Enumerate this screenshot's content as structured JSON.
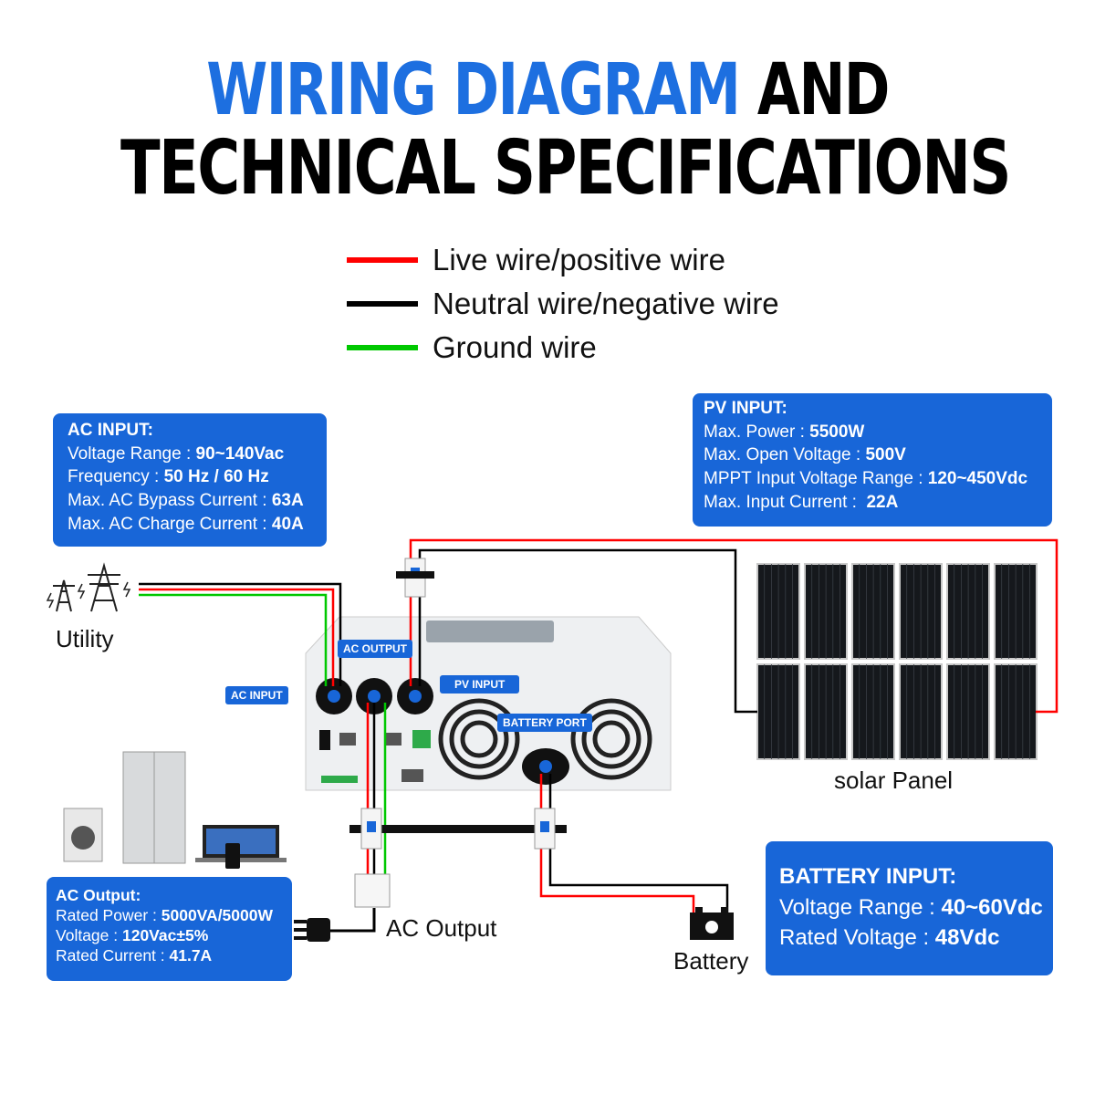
{
  "title": {
    "part1_blue": "WIRING DIAGRAM",
    "part1_black": "AND",
    "line2": "TECHNICAL SPECIFICATIONS"
  },
  "legend": [
    {
      "label": "Live wire/positive wire",
      "color": "#ff0000"
    },
    {
      "label": "Neutral wire/negative wire",
      "color": "#000000"
    },
    {
      "label": "Ground wire",
      "color": "#00c800"
    }
  ],
  "ac_input": {
    "heading": "AC INPUT:",
    "rows": [
      {
        "label": "Voltage Range : ",
        "value": "90~140Vac"
      },
      {
        "label": "Frequency : ",
        "value": "50 Hz / 60 Hz"
      },
      {
        "label": "Max. AC Bypass Current : ",
        "value": "63A"
      },
      {
        "label": "Max. AC Charge Current : ",
        "value": "40A"
      }
    ]
  },
  "pv_input": {
    "heading": "PV INPUT:",
    "rows": [
      {
        "label": "Max. Power : ",
        "value": "5500W"
      },
      {
        "label": "Max. Open Voltage : ",
        "value": "500V"
      },
      {
        "label": "MPPT Input Voltage Range : ",
        "value": "120~450Vdc"
      },
      {
        "label": "Max. Input Current :  ",
        "value": "22A"
      }
    ]
  },
  "ac_output": {
    "heading": "AC Output:",
    "rows": [
      {
        "label": "Rated Power : ",
        "value": "5000VA/5000W"
      },
      {
        "label": "Voltage : ",
        "value": "120Vac±5%"
      },
      {
        "label": "Rated Current : ",
        "value": "41.7A"
      }
    ]
  },
  "battery_input": {
    "heading": "BATTERY INPUT:",
    "rows": [
      {
        "label": "Voltage Range : ",
        "value": "40~60Vdc"
      },
      {
        "label": "Rated Voltage : ",
        "value": "48Vdc"
      }
    ]
  },
  "labels": {
    "utility": "Utility",
    "solar_panel": "solar Panel",
    "ac_output": "AC Output",
    "battery": "Battery"
  },
  "port_tags": {
    "ac_input": "AC INPUT",
    "ac_output": "AC OUTPUT",
    "pv_input": "PV INPUT",
    "battery_port": "BATTERY PORT"
  },
  "colors": {
    "accent": "#1866d8",
    "live": "#ff0000",
    "neutral": "#000000",
    "ground": "#00c800"
  }
}
